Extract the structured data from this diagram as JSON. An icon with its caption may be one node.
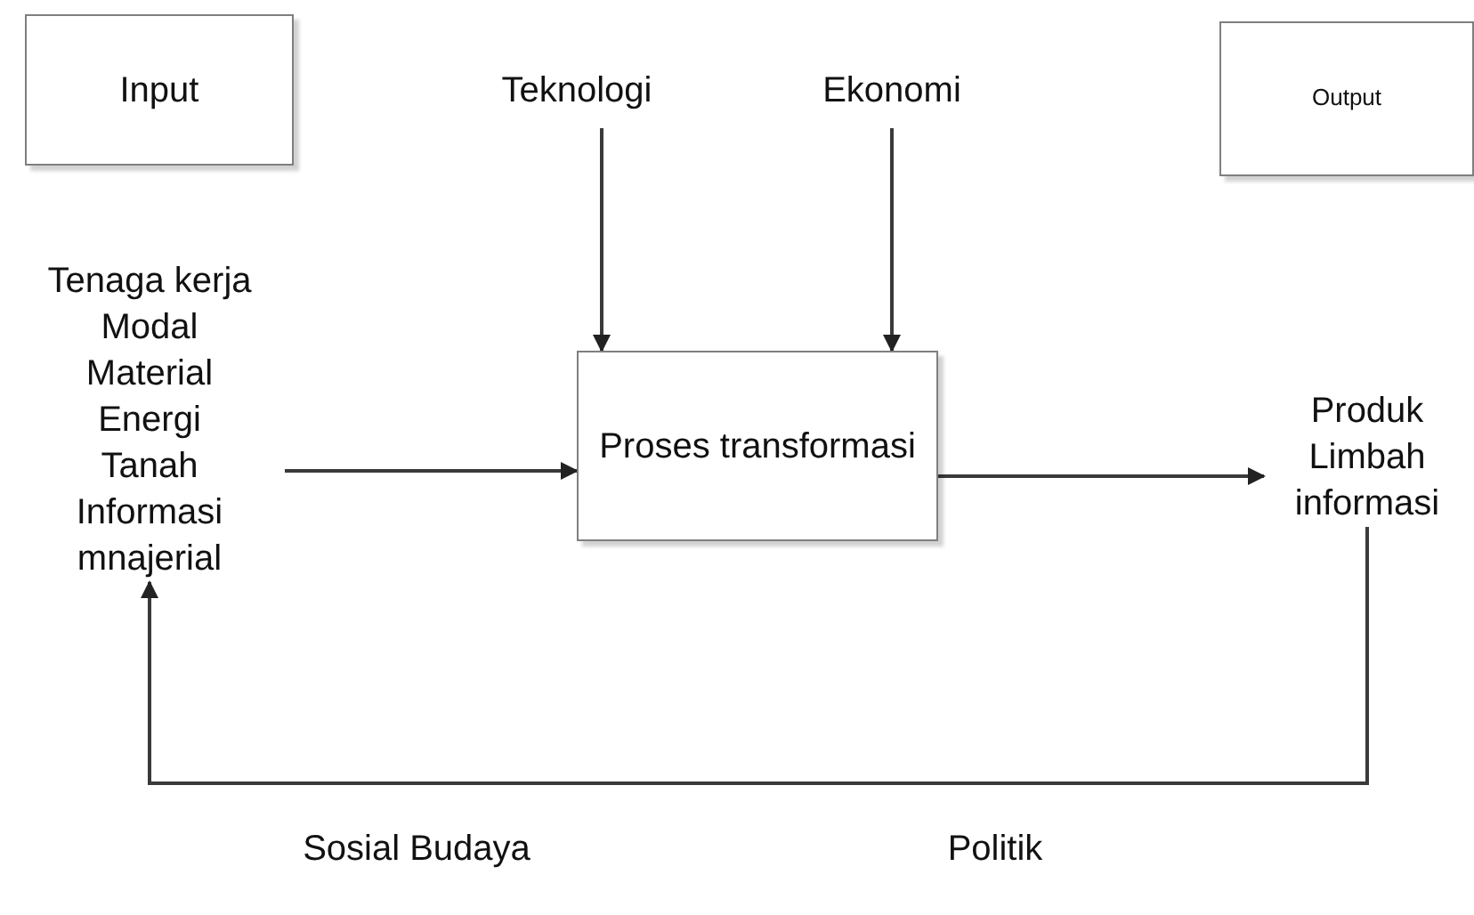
{
  "diagram": {
    "nodes": [
      {
        "text": [
          "Input"
        ]
      },
      {
        "text": [
          "Teknologi"
        ]
      },
      {
        "text": [
          "Ekonomi"
        ]
      },
      {
        "text": [
          "Output"
        ]
      },
      {
        "text": [
          "Tenaga kerja",
          "Modal",
          "Material",
          "Energi",
          "Tanah",
          "Informasi",
          "mnajerial"
        ]
      },
      {
        "text": [
          "Proses transformasi"
        ]
      },
      {
        "text": [
          "Produk",
          "Limbah",
          "informasi"
        ]
      }
    ],
    "edges": [
      {
        "from": 1,
        "to": 5,
        "arrow": "to"
      },
      {
        "from": 2,
        "to": 5,
        "arrow": "to"
      },
      {
        "from": 4,
        "to": 5,
        "arrow": "to"
      },
      {
        "from": 5,
        "to": 6,
        "arrow": "to"
      },
      {
        "from": 6,
        "to": 4,
        "arrow": "to"
      }
    ],
    "labels": [
      "Sosial Budaya",
      "Politik"
    ]
  }
}
